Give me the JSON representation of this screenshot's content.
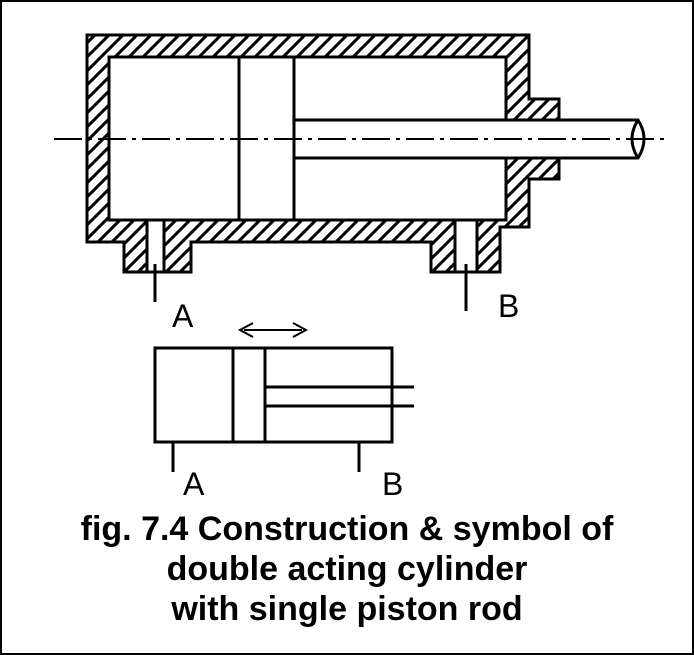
{
  "construction": {
    "port_a_label": "A",
    "port_b_label": "B"
  },
  "symbol": {
    "port_a_label": "A",
    "port_b_label": "B"
  },
  "caption": {
    "line1": "fig. 7.4 Construction & symbol of",
    "line2": "double acting cylinder",
    "line3": "with single piston rod"
  },
  "colors": {
    "ink": "#000000",
    "background": "#ffffff"
  }
}
